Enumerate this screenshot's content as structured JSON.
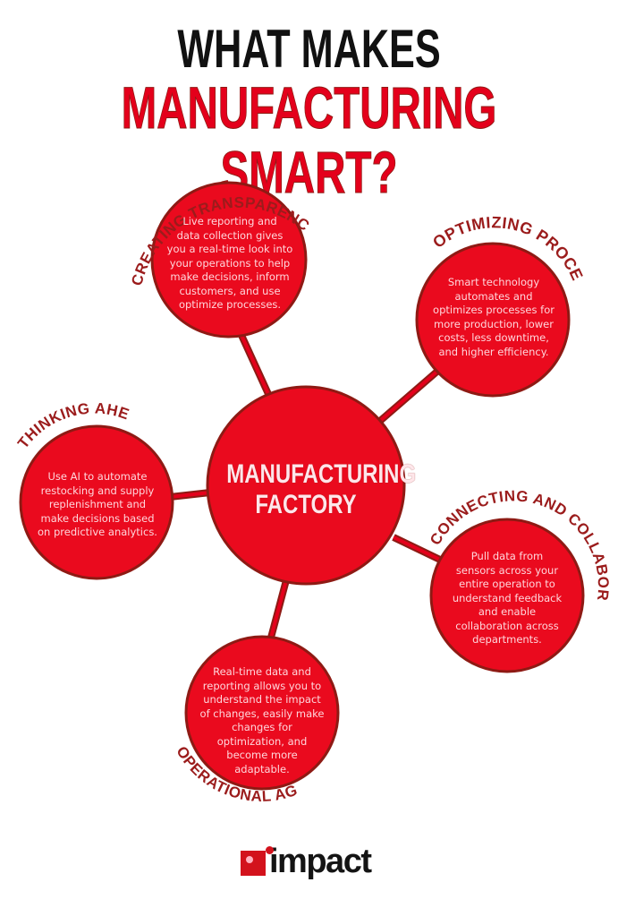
{
  "header": {
    "line1": "WHAT MAKES",
    "line2": "MANUFACTURING SMART?"
  },
  "colors": {
    "accent_red": "#e4001b",
    "circle_red": "#ea0a1e",
    "outline_brown": "#8e1a14",
    "label_brown": "#9b1c1c",
    "title_black": "#111111"
  },
  "center": {
    "line1": "MANUFACTURING",
    "line2": "FACTORY"
  },
  "nodes": [
    {
      "id": "transparency",
      "label": "CREATING TRANSPARENCY WITH REPORTING",
      "lines": [
        "Live reporting and",
        "data collection gives",
        "you a real-time look into",
        "your operations to help",
        "make decisions, inform",
        "customers, and use",
        "optimize processes."
      ]
    },
    {
      "id": "optimizing",
      "label": "OPTIMIZING PROCESSES",
      "lines": [
        "Smart technology",
        "automates and",
        "optimizes processes for",
        "more production, lower",
        "costs, less downtime,",
        "and higher efficiency."
      ]
    },
    {
      "id": "thinking",
      "label": "THINKING AHEAD",
      "lines": [
        "Use AI to automate",
        "restocking and supply",
        "replenishment and",
        "make decisions based",
        "on predictive analytics."
      ]
    },
    {
      "id": "connecting",
      "label": "CONNECTING AND COLLABORATING",
      "lines": [
        "Pull data from",
        "sensors across your",
        "entire operation to",
        "understand feedback",
        "and enable",
        "collaboration across",
        "departments."
      ]
    },
    {
      "id": "agility",
      "label": "OPERATIONAL AGILITY",
      "lines": [
        "Real-time data and",
        "reporting allows you to",
        "understand the impact",
        "of changes, easily make",
        "changes for",
        "optimization, and",
        "become more",
        "adaptable."
      ]
    }
  ],
  "logo": {
    "text": "impact"
  }
}
